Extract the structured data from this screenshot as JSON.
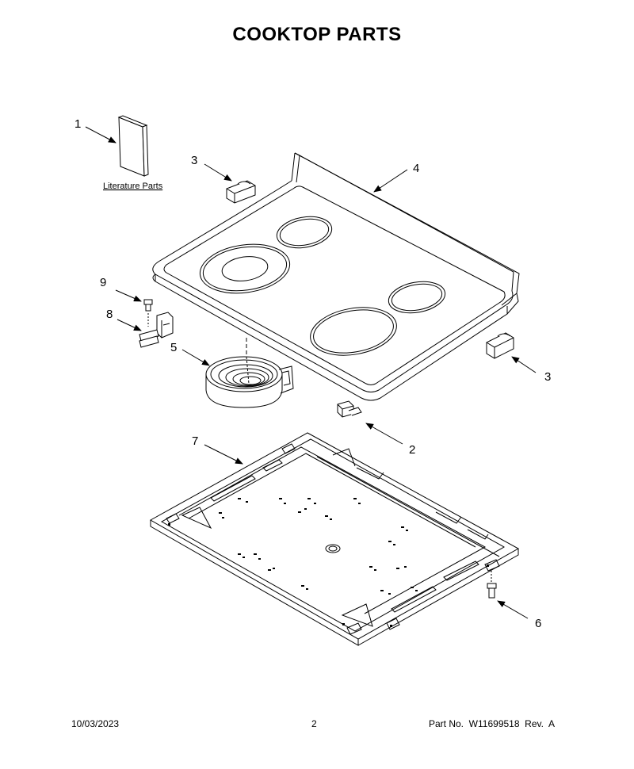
{
  "title": "COOKTOP PARTS",
  "literature_label": "Literature Parts",
  "callouts": {
    "c1": "1",
    "c2": "2",
    "c3a": "3",
    "c3b": "3",
    "c4": "4",
    "c5": "5",
    "c6": "6",
    "c7": "7",
    "c8": "8",
    "c9": "9"
  },
  "footer": {
    "date": "10/03/2023",
    "page": "2",
    "part": "Part No.  W11699518  Rev.  A"
  }
}
